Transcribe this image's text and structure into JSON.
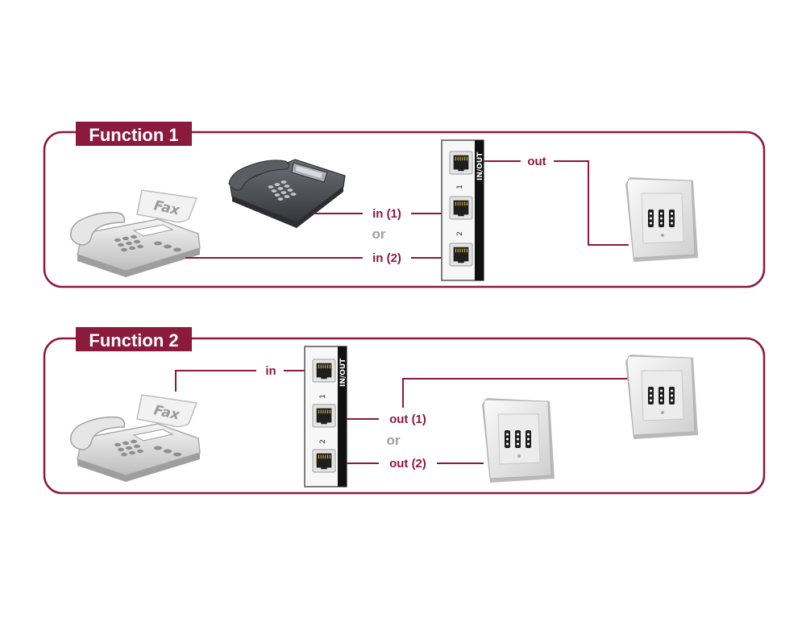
{
  "colors": {
    "accent": "#8b1a3d",
    "line": "#8b1a3d",
    "or_text": "#a0a0a0",
    "device_light": "#d9d9d9",
    "phone_dark": "#4a4d52",
    "splitter_bar": "#111111"
  },
  "function1": {
    "title": "Function 1",
    "fax_label": "Fax",
    "splitter_inout_label": "IN/OUT",
    "splitter_port1": "1",
    "splitter_port2": "2",
    "label_out": "out",
    "label_in1": "in (1)",
    "label_or": "or",
    "label_in2": "in (2)"
  },
  "function2": {
    "title": "Function 2",
    "fax_label": "Fax",
    "splitter_inout_label": "IN/OUT",
    "splitter_port1": "1",
    "splitter_port2": "2",
    "label_in": "in",
    "label_out1": "out (1)",
    "label_or": "or",
    "label_out2": "out (2)"
  },
  "icons": [
    "fax-machine-icon",
    "desk-phone-icon",
    "wall-socket-icon",
    "rj-port-icon"
  ]
}
